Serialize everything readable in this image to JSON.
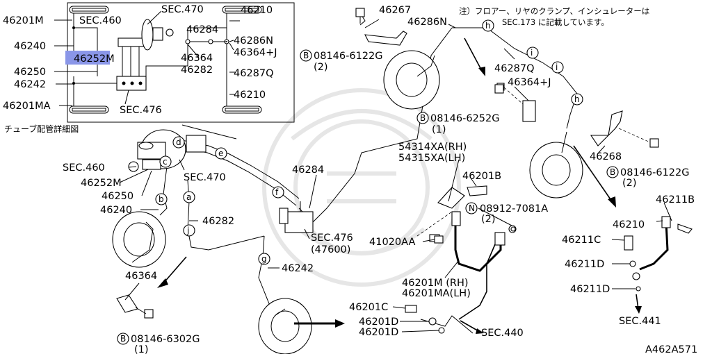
{
  "inset_caption": "チューブ配管詳細図",
  "note": {
    "line1": "注）フロアー、リヤのクランプ、インシュレーターは",
    "line2": "SEC.173 に記載しています。"
  },
  "figure_id": "A462A571",
  "highlight_color": "#8a96e8",
  "inset": {
    "p46201M": "46201M",
    "sec460": "SEC.460",
    "sec470": "SEC.470",
    "p46240": "46240",
    "p46252M": "46252M",
    "p46250": "46250",
    "p46242": "46242",
    "p46201MA": "46201MA",
    "sec476": "SEC.476",
    "p46210a": "46210",
    "p46284": "46284",
    "p46286N": "46286N",
    "p46364": "46364",
    "p46364J": "46364+J",
    "p46282": "46282",
    "p46287Q": "46287Q",
    "p46210b": "46210"
  },
  "main": {
    "p46267": "46267",
    "p46286N": "46286N",
    "b6122a_code": "08146-6122G",
    "b6122a_qty": "(2)",
    "p46287Q": "46287Q",
    "p46364J": "46364+J",
    "b6252_code": "08146-6252G",
    "b6252_qty": "(1)",
    "p46268": "46268",
    "b6122b_code": "08146-6122G",
    "b6122b_qty": "(2)",
    "sec460": "SEC.460",
    "p46252M": "46252M",
    "p46250": "46250",
    "p46240": "46240",
    "sec470": "SEC.470",
    "p46284": "46284",
    "p46282": "46282",
    "sec476": "SEC.476",
    "sec476_sub": "(47600)",
    "p46242": "46242",
    "p46364": "46364",
    "b6302_code": "08146-6302G",
    "b6302_qty": "(1)",
    "p54314": "54314XA(RH)",
    "p54315": "54315XA(LH)",
    "p46201B": "46201B",
    "n7081_code": "08912-7081A",
    "n7081_qty": "(2)",
    "p41020AA": "41020AA",
    "p46201M": "46201M (RH)",
    "p46201MA": "46201MA(LH)",
    "p46201C": "46201C",
    "p46201D_a": "46201D",
    "p46201D_b": "46201D",
    "sec440": "SEC.440",
    "p46211B": "46211B",
    "p46210": "46210",
    "p46211C": "46211C",
    "p46211D_a": "46211D",
    "p46211D_b": "46211D",
    "sec441": "SEC.441"
  },
  "markers": {
    "a": "a",
    "b": "b",
    "c": "c",
    "d": "d",
    "e": "e",
    "f": "f",
    "g": "g",
    "h1": "h",
    "h2": "h",
    "i1": "i",
    "i2": "i",
    "j": "j"
  },
  "circle_letters": {
    "B": "B",
    "N": "N"
  }
}
